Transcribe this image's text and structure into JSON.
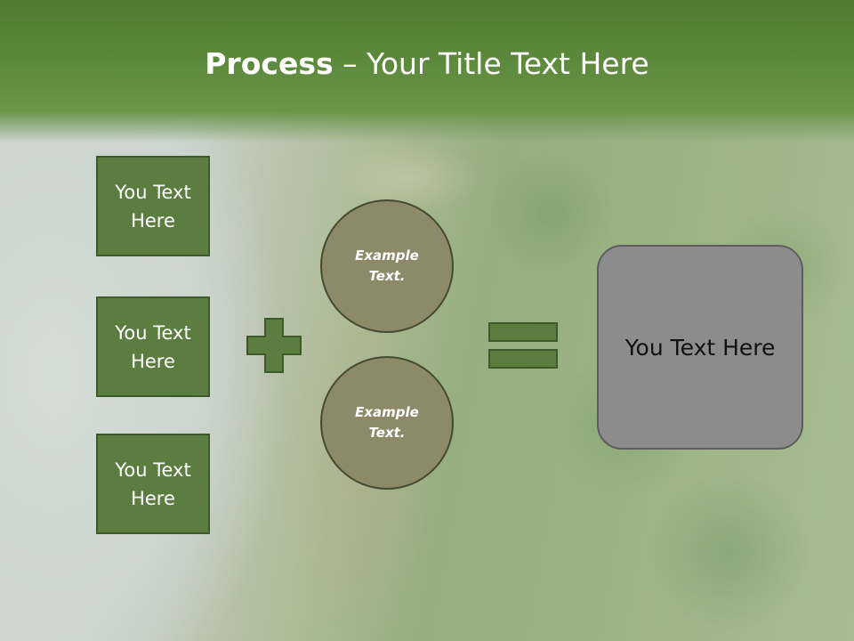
{
  "title": {
    "bold": "Process",
    "rest": " – Your Title Text Here"
  },
  "left_boxes": [
    {
      "label": "You Text Here"
    },
    {
      "label": "You Text Here"
    },
    {
      "label": "You Text Here"
    }
  ],
  "circles": [
    {
      "label": "Example Text."
    },
    {
      "label": "Example Text."
    }
  ],
  "result": {
    "label": "You Text Here"
  },
  "colors": {
    "header_green": "#5e8a3d",
    "box_green": "#5c7d40",
    "circle_olive": "#8c8a68",
    "result_gray": "#8c8c8c"
  },
  "icons": {
    "plus": "plus-icon",
    "equals": "equals-icon"
  }
}
